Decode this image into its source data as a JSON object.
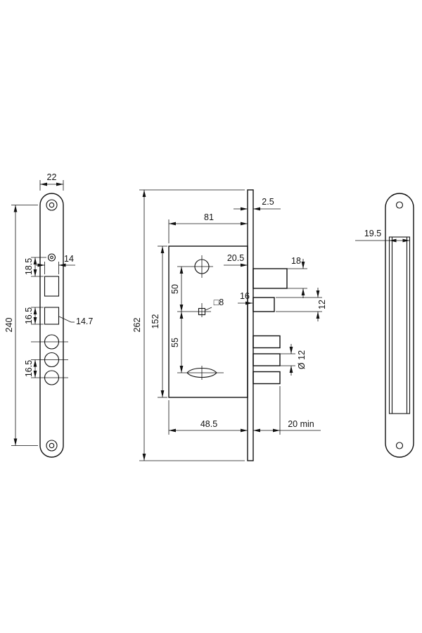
{
  "front_view": {
    "plate_width": "22",
    "screw_spacing": "240",
    "hole_offset": "18.5",
    "latch_cutout_width": "14",
    "square_cutout_height": "16.5",
    "square_cutout_width": "14.7",
    "bolt_hole_spacing": "16.5"
  },
  "side_view": {
    "plate_thickness": "2.5",
    "body_width": "81",
    "plate_height": "262",
    "body_height": "152",
    "follower_to_square": "50",
    "square_to_keyhole": "55",
    "latch_offset": "20.5",
    "latch_height": "18",
    "aux_offset": "16",
    "square_follower": "□8",
    "aux_height": "12",
    "bolt_diameter": "Ø 12",
    "backset": "48.5",
    "bolt_throw": "20 min"
  },
  "edge_view": {
    "plate_width": "19.5"
  }
}
